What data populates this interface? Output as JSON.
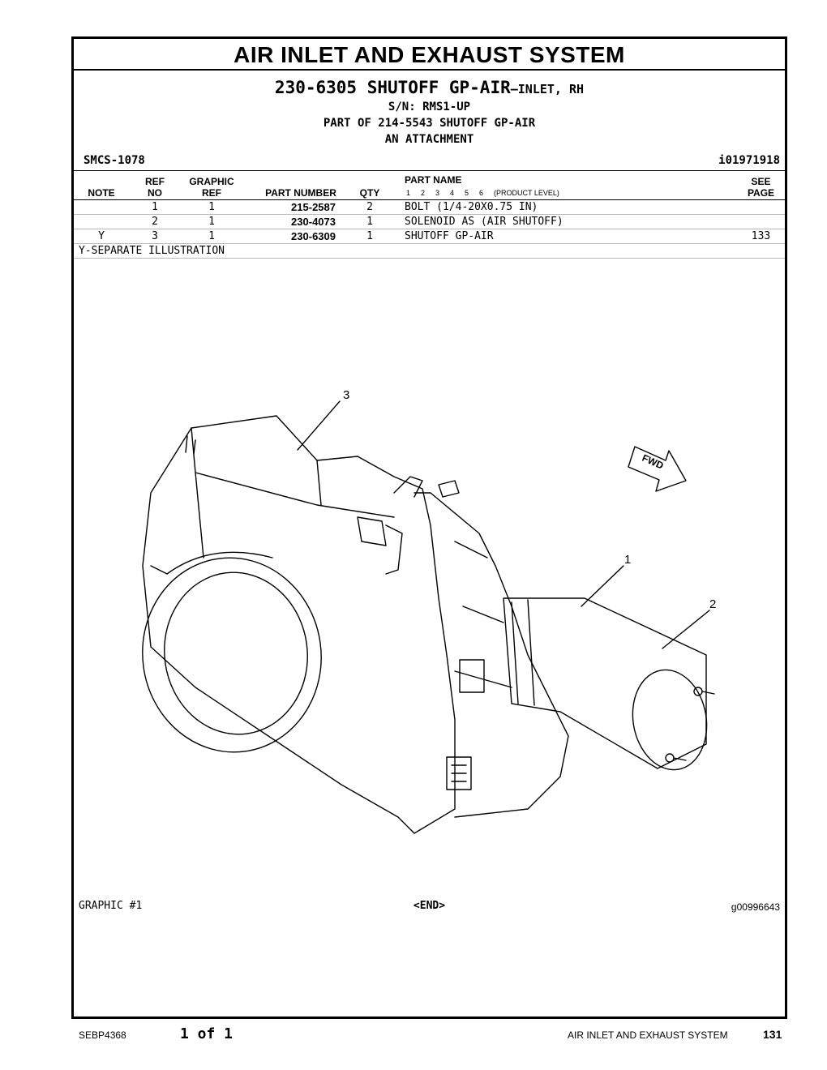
{
  "header": {
    "section_title": "AIR INLET AND EXHAUST SYSTEM",
    "part_number": "230-6305",
    "part_title": "SHUTOFF GP-AIR",
    "part_subtitle": "—INLET, RH",
    "serial": "S/N: RMS1-UP",
    "part_of": "PART OF 214-5543 SHUTOFF GP-AIR",
    "group": "AN ATTACHMENT",
    "smcs": "SMCS-1078",
    "ident": "i01971918"
  },
  "table": {
    "headers": {
      "note": "NOTE",
      "ref_no_top": "REF",
      "ref_no_bottom": "NO",
      "graphic_ref_top": "GRAPHIC",
      "graphic_ref_bottom": "REF",
      "part_number": "PART NUMBER",
      "qty": "QTY",
      "part_name": "PART NAME",
      "levels": [
        "1",
        "2",
        "3",
        "4",
        "5",
        "6"
      ],
      "product_level": "(PRODUCT LEVEL)",
      "see_page_top": "SEE",
      "see_page_bottom": "PAGE"
    },
    "rows": [
      {
        "note": "",
        "ref_no": "1",
        "graphic_ref": "1",
        "part_number": "215-2587",
        "qty": "2",
        "part_name": "BOLT (1/4-20X0.75 IN)",
        "see_page": ""
      },
      {
        "note": "",
        "ref_no": "2",
        "graphic_ref": "1",
        "part_number": "230-4073",
        "qty": "1",
        "part_name": "SOLENOID AS (AIR SHUTOFF)",
        "see_page": ""
      },
      {
        "note": "Y",
        "ref_no": "3",
        "graphic_ref": "1",
        "part_number": "230-6309",
        "qty": "1",
        "part_name": "SHUTOFF GP-AIR",
        "see_page": "133"
      }
    ],
    "footnote": "Y-SEPARATE ILLUSTRATION"
  },
  "illustration": {
    "callouts": [
      "3",
      "1",
      "2"
    ],
    "fwd_label": "FWD",
    "graphic_label": "GRAPHIC #1",
    "end_marker": "<END>",
    "graphic_number": "g00996643"
  },
  "footer": {
    "doc_id": "SEBP4368",
    "pages": "1 of 1",
    "section": "AIR INLET AND EXHAUST SYSTEM",
    "page_number": "131"
  }
}
